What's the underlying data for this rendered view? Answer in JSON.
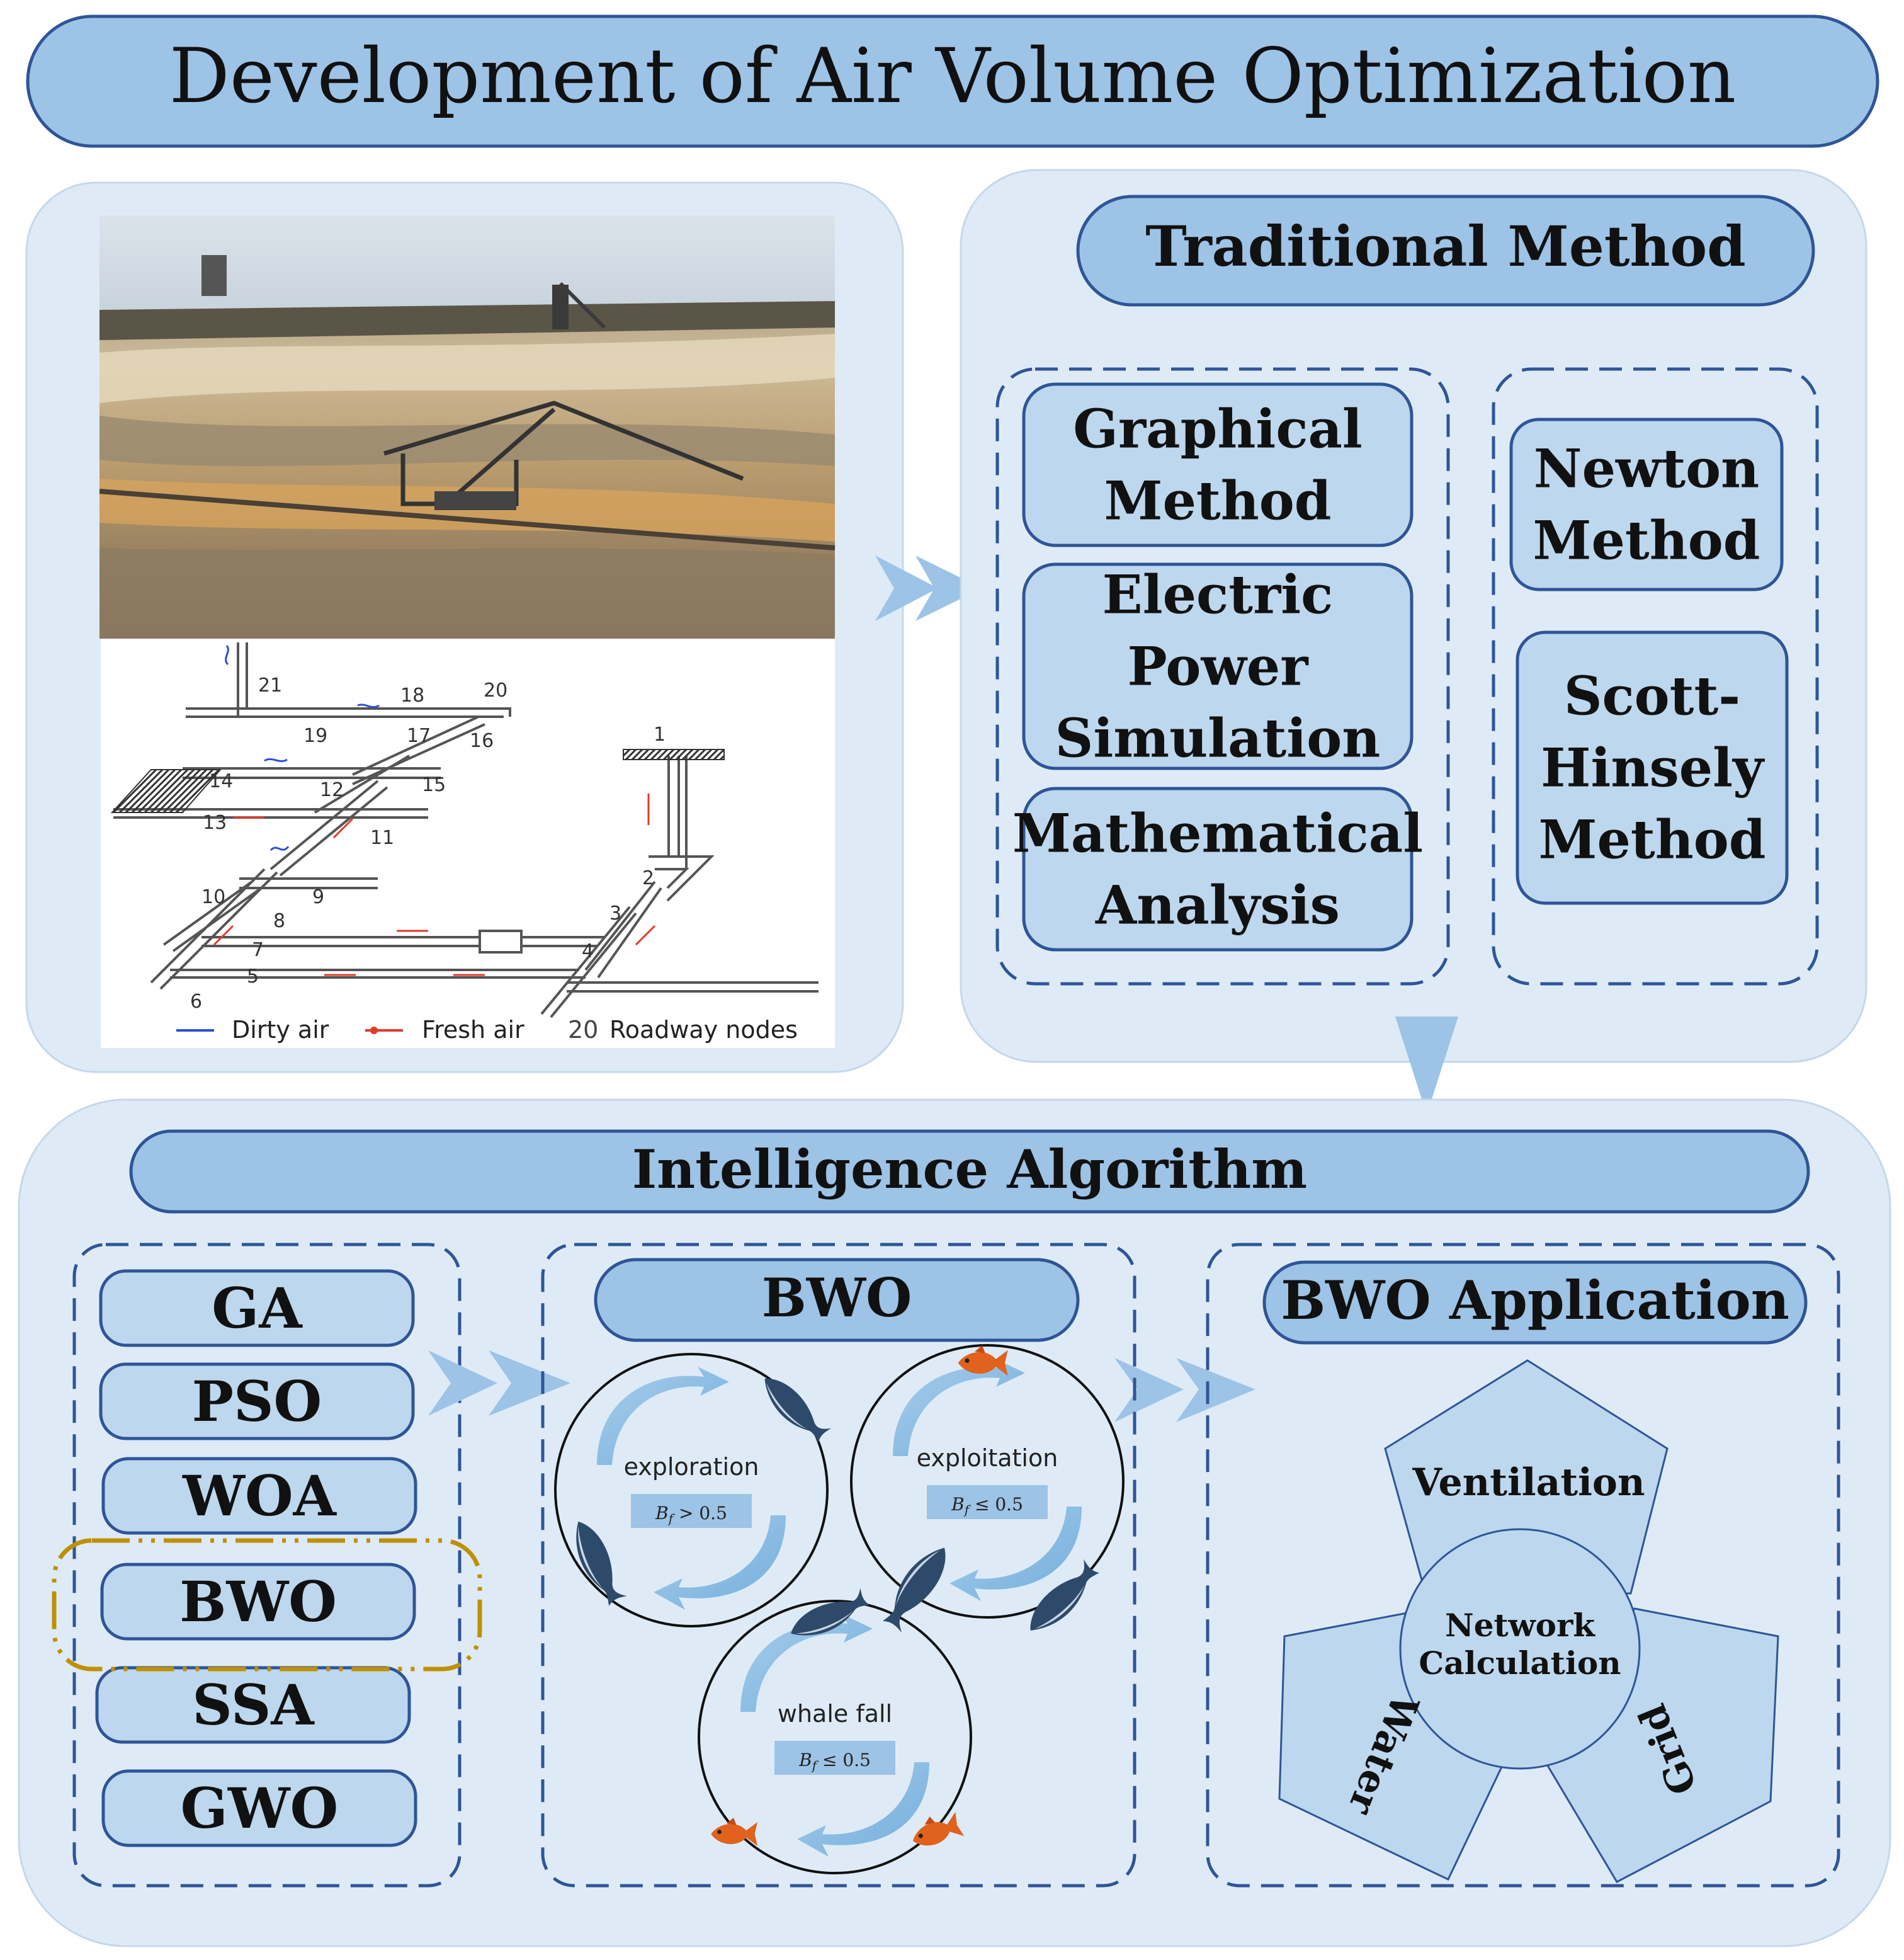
{
  "title": "Development of Air Volume Optimization",
  "traditional": {
    "header": "Traditional Method",
    "group1": [
      "Graphical\nMethod",
      "Electric\nPower\nSimulation",
      "Mathematical\nAnalysis"
    ],
    "group2": [
      "Newton\nMethod",
      "Scott-\nHinsely\nMethod"
    ]
  },
  "mine_network": {
    "node_labels": [
      "1",
      "2",
      "3",
      "4",
      "5",
      "6",
      "7",
      "8",
      "9",
      "10",
      "11",
      "12",
      "13",
      "14",
      "15",
      "16",
      "17",
      "18",
      "19",
      "20",
      "21"
    ],
    "legend": {
      "dirty": "Dirty air",
      "fresh": "Fresh air",
      "nodes_prefix": "20",
      "nodes": "Roadway nodes"
    }
  },
  "intelligence": {
    "header": "Intelligence Algorithm",
    "algorithms": [
      "GA",
      "PSO",
      "WOA",
      "BWO",
      "SSA",
      "GWO"
    ],
    "highlighted": "BWO",
    "bwo": {
      "header": "BWO",
      "phases": [
        {
          "name": "exploration",
          "condition": "B_f > 0.5"
        },
        {
          "name": "exploitation",
          "condition": "B_f ≤ 0.5"
        },
        {
          "name": "whale fall",
          "condition": "B_f ≤ 0.5"
        }
      ]
    },
    "application": {
      "header": "BWO Application",
      "center": "Network\nCalculation",
      "areas": [
        "Ventilation",
        "Water",
        "Grid"
      ]
    }
  },
  "colors": {
    "pill_fill": "#9dc3e6",
    "box_fill": "#bdd7ee",
    "panel_fill": "#deebf7",
    "stroke": "#2f5597",
    "arrow": "#9dc3e6",
    "highlight": "#bf9000"
  }
}
